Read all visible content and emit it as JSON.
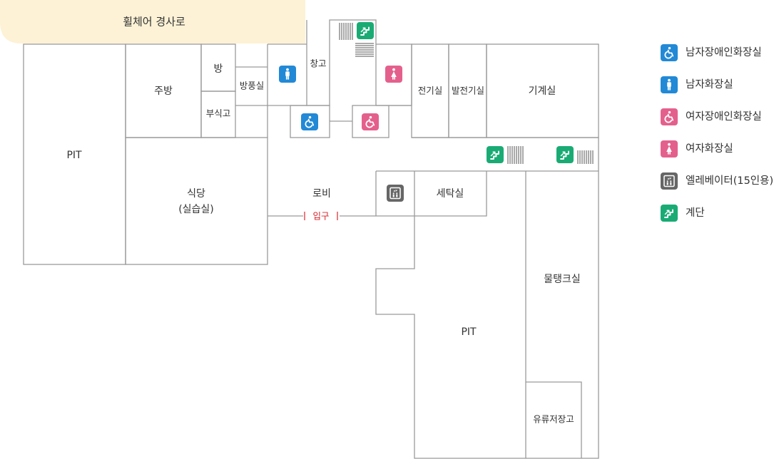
{
  "ramp": {
    "label": "휠체어 경사로"
  },
  "rooms": {
    "pit_left": "PIT",
    "kitchen": "주방",
    "room": "방",
    "side_kitchen": "부식고",
    "windbreak": "방풍실",
    "storage": "창고",
    "electric": "전기실",
    "generator": "발전기실",
    "machine": "기계실",
    "cafeteria_line1": "식당",
    "cafeteria_line2": "(실습실)",
    "lobby": "로비",
    "entrance": "입구",
    "laundry": "세탁실",
    "water_tank": "물탱크실",
    "pit_right": "PIT",
    "oil_storage": "유류저장고"
  },
  "legend": [
    {
      "label": "남자장애인화장실",
      "icon": "wheelchair-icon",
      "color": "#2289d6"
    },
    {
      "label": "남자화장실",
      "icon": "man-icon",
      "color": "#2289d6"
    },
    {
      "label": "여자장애인화장실",
      "icon": "wheelchair-icon",
      "color": "#e4608c"
    },
    {
      "label": "여자화장실",
      "icon": "woman-icon",
      "color": "#e4608c"
    },
    {
      "label": "엘레베이터(15인용)",
      "icon": "elevator-icon",
      "color": "#666666"
    },
    {
      "label": "계단",
      "icon": "stairs-icon",
      "color": "#1aab75"
    }
  ],
  "colors": {
    "ramp_fill": "#fdf2d6",
    "wall": "#9a9a9a",
    "entrance": "#d9242b",
    "male": "#2289d6",
    "female": "#e4608c",
    "elevator": "#666666",
    "stairs": "#1aab75"
  }
}
